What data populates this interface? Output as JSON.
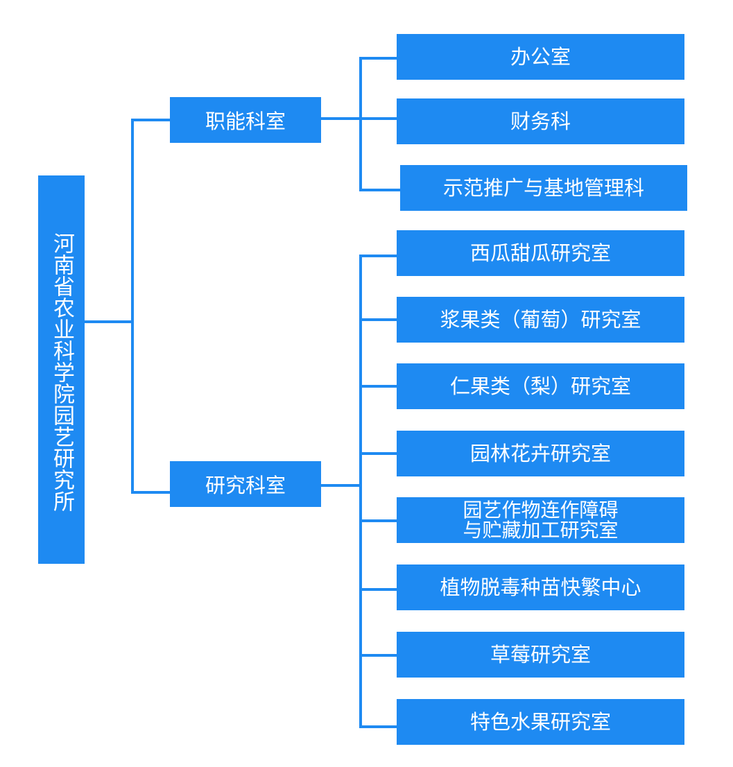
{
  "root": {
    "label": "河南省农业科学院园艺研究所"
  },
  "branches": [
    {
      "label": "职能科室",
      "children": [
        "办公室",
        "财务科",
        "示范推广与基地管理科"
      ]
    },
    {
      "label": "研究科室",
      "children": [
        "西瓜甜瓜研究室",
        "浆果类（葡萄）研究室",
        "仁果类（梨）研究室",
        "园林花卉研究室",
        "园艺作物连作障碍\n与贮藏加工研究室",
        "植物脱毒种苗快繁中心",
        "草莓研究室",
        "特色水果研究室"
      ]
    }
  ],
  "colors": {
    "node_fill": "#1E8AF2",
    "connector": "#1E8AF2",
    "text": "#FFFFFF"
  }
}
